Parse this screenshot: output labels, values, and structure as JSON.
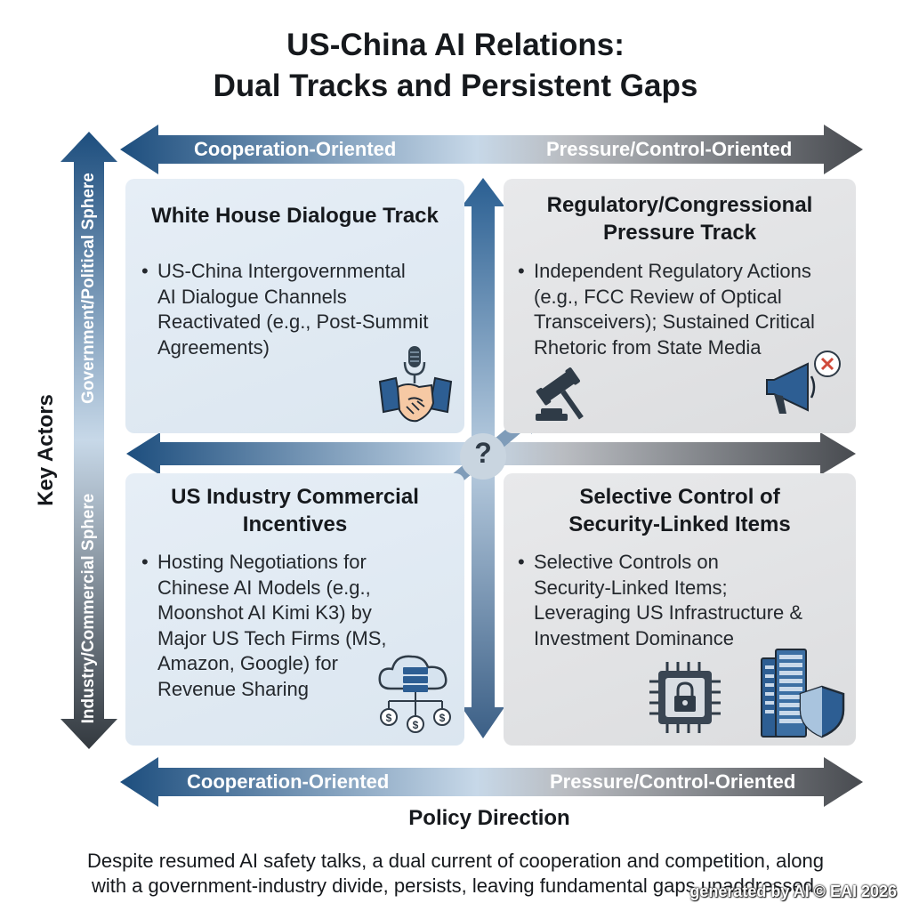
{
  "title": {
    "line1": "US-China AI Relations:",
    "line2": "Dual Tracks and Persistent Gaps"
  },
  "axes": {
    "top_left": "Cooperation-Oriented",
    "top_right": "Pressure/Control-Oriented",
    "bottom_left": "Cooperation-Oriented",
    "bottom_right": "Pressure/Control-Oriented",
    "left_upper": "Government/Political Sphere",
    "left_lower": "Industry/Commercial Sphere",
    "vertical_title": "Key Actors",
    "horizontal_title": "Policy Direction",
    "center_symbol": "?"
  },
  "quadrants": {
    "top_left": {
      "title": "White House Dialogue Track",
      "bullet_lines": [
        "US-China Intergovernmental",
        "AI Dialogue Channels",
        "Reactivated (e.g., Post-Summit",
        "Agreements)"
      ],
      "icons": [
        "microphone-icon",
        "handshake-icon"
      ]
    },
    "top_right": {
      "title_lines": [
        "Regulatory/Congressional",
        "Pressure Track"
      ],
      "bullet_lines": [
        "Independent Regulatory Actions",
        "(e.g., FCC Review of Optical",
        "Transceivers); Sustained Critical",
        "Rhetoric from State Media"
      ],
      "icons": [
        "gavel-icon",
        "megaphone-icon"
      ]
    },
    "bottom_left": {
      "title_lines": [
        "US Industry Commercial",
        "Incentives"
      ],
      "bullet_lines": [
        "Hosting Negotiations for",
        "Chinese AI Models (e.g.,",
        "Moonshot AI Kimi K3) by",
        "Major US Tech Firms (MS,",
        "Amazon, Google) for",
        "Revenue Sharing"
      ],
      "icons": [
        "cloud-server-revenue-icon"
      ]
    },
    "bottom_right": {
      "title_lines": [
        "Selective Control of",
        "Security-Linked Items"
      ],
      "bullet_lines": [
        "Selective Controls on",
        "Security-Linked Items;",
        "Leveraging US Infrastructure &",
        "Investment Dominance"
      ],
      "icons": [
        "chip-lock-icon",
        "server-shield-icon"
      ]
    }
  },
  "bullet_char": "•",
  "caption": {
    "line1": "Despite resumed AI safety talks, a dual current of cooperation and competition, along",
    "line2": "with a government-industry divide, persists, leaving fundamental gaps unaddressed."
  },
  "watermark": "generated by AI © EAI 2026",
  "colors": {
    "blue_dark": "#1d4e7e",
    "blue_light": "#a9c4de",
    "gray_dark": "#4a4d52",
    "quad_blue": "#dfe8f1",
    "quad_gray": "#e1e2e4"
  }
}
